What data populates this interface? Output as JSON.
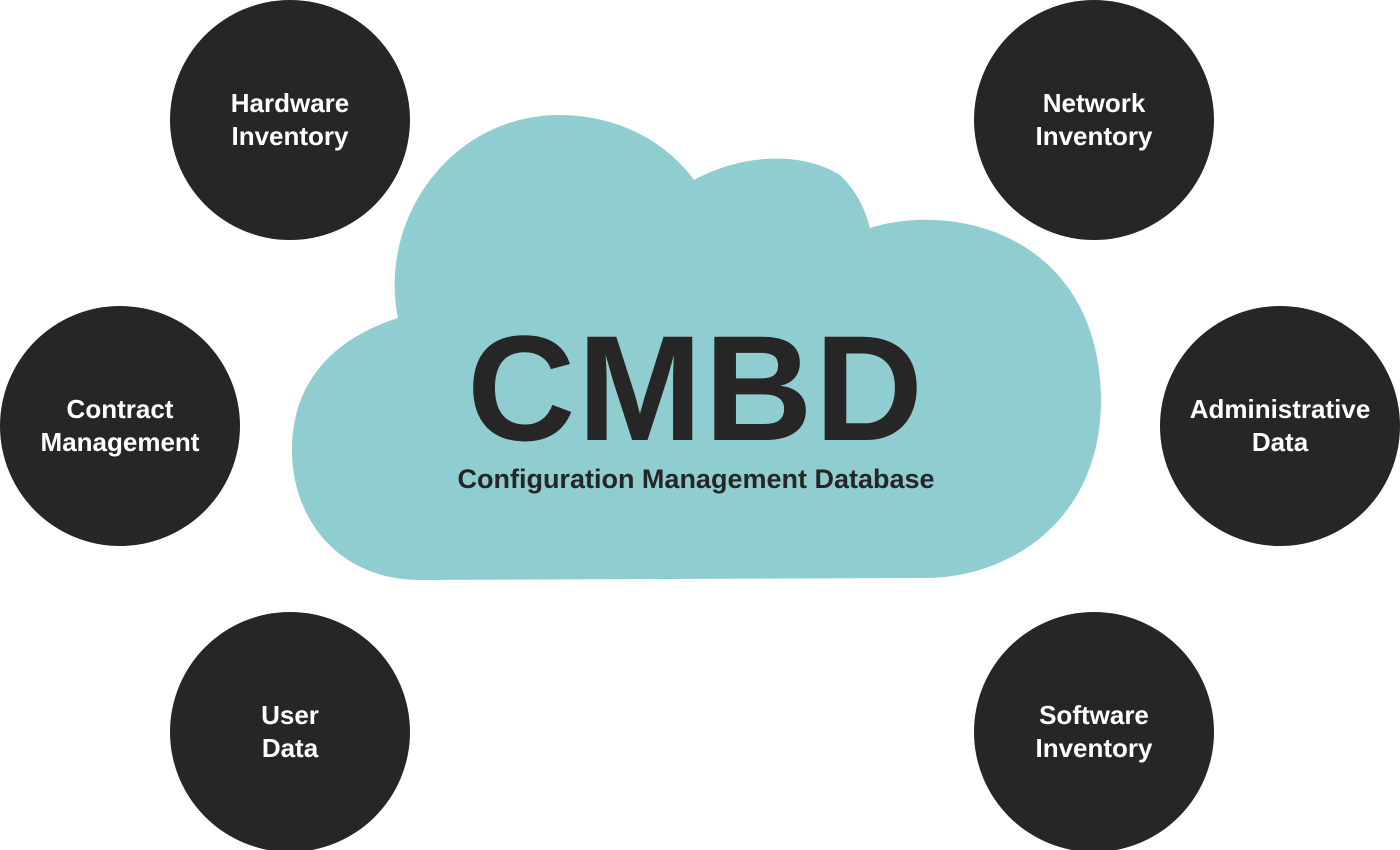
{
  "colors": {
    "background": "#ffffff",
    "cloud_fill": "#90cdd0",
    "node_fill": "#262626",
    "node_text": "#ffffff",
    "center_text": "#262626"
  },
  "center": {
    "title": "CMBD",
    "subtitle": "Configuration Management Database"
  },
  "nodes": {
    "hardware": {
      "line1": "Hardware",
      "line2": "Inventory"
    },
    "network": {
      "line1": "Network",
      "line2": "Inventory"
    },
    "contract": {
      "line1": "Contract",
      "line2": "Management"
    },
    "admin": {
      "line1": "Administrative",
      "line2": "Data"
    },
    "user": {
      "line1": "User",
      "line2": "Data"
    },
    "software": {
      "line1": "Software",
      "line2": "Inventory"
    }
  }
}
